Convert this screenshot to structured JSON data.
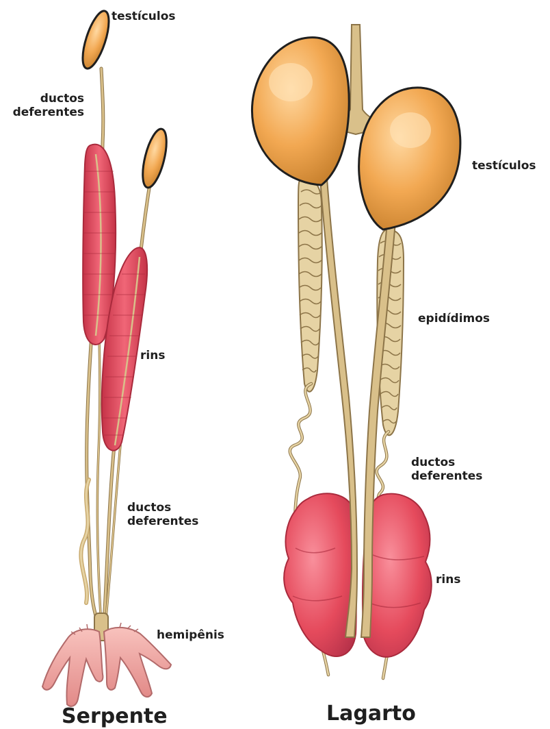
{
  "colors": {
    "testis": "#f2a852",
    "testis_dark": "#c9822f",
    "kidney": "#e54a5c",
    "kidney_dark": "#a92a3c",
    "duct": "#d9c08a",
    "duct_dark": "#8c7448",
    "hemipenis": "#f2a7a3",
    "text": "#1f1f1f"
  },
  "snake": {
    "title": "Serpente",
    "labels": {
      "testes": "testículos",
      "vas_deferens_top": "ductos\ndeferentes",
      "kidneys": "rins",
      "vas_deferens_bottom": "ductos\ndeferentes",
      "hemipenes": "hemipênis"
    }
  },
  "lizard": {
    "title": "Lagarto",
    "labels": {
      "testes": "testículos",
      "epididymis": "epidídimos",
      "vas_deferens": "ductos\ndeferentes",
      "kidneys": "rins"
    }
  }
}
